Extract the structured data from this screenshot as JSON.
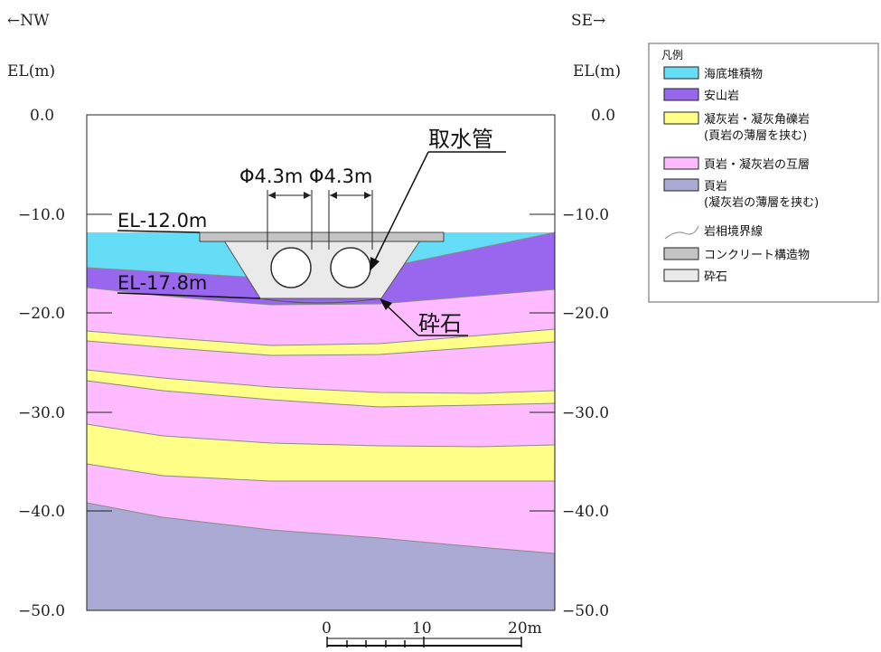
{
  "header": {
    "nw": "←NW",
    "se": "SE→",
    "unit_left": "EL(m)",
    "unit_right": "EL(m)"
  },
  "axis": {
    "ticks": [
      {
        "value": 0,
        "label": "0.0"
      },
      {
        "value": -10,
        "label": "−10.0"
      },
      {
        "value": -20,
        "label": "−20.0"
      },
      {
        "value": -30,
        "label": "−30.0"
      },
      {
        "value": -40,
        "label": "−40.0"
      },
      {
        "value": -50,
        "label": "−50.0"
      }
    ]
  },
  "annotations": {
    "el_top": "EL-12.0m",
    "el_bottom": "EL-17.8m",
    "pipe": "取水管",
    "gravel": "砕石",
    "dim_left": "Φ4.3m",
    "dim_right": "Φ4.3m"
  },
  "scale": {
    "labels": [
      "0",
      "10",
      "20m"
    ]
  },
  "legend": {
    "title": "凡例",
    "items": [
      {
        "label": "海底堆積物",
        "color": "#66ddf6",
        "kind": "box"
      },
      {
        "label": "安山岩",
        "color": "#9966ee",
        "kind": "box"
      },
      {
        "label": "凝灰岩・凝灰角礫岩",
        "sub": "(頁岩の薄層を挟む)",
        "color": "#ffff88",
        "kind": "box"
      },
      {
        "label": "頁岩・凝灰岩の互層",
        "color": "#ffbbff",
        "kind": "box"
      },
      {
        "label": "頁岩",
        "sub": "(凝灰岩の薄層を挟む)",
        "color": "#aaaad4",
        "kind": "box"
      },
      {
        "label": "岩相境界線",
        "color": "#999999",
        "kind": "line"
      },
      {
        "label": "コンクリート構造物",
        "color": "#c4c4c4",
        "kind": "box"
      },
      {
        "label": "砕石",
        "color": "#eaeaea",
        "kind": "box"
      }
    ]
  },
  "colors": {
    "seabed": "#66ddf6",
    "andesite": "#9966ee",
    "tuff": "#ffff88",
    "shale_alt": "#ffbbff",
    "shale": "#aaaad4",
    "concrete": "#c4c4c4",
    "gravel": "#eaeaea"
  }
}
